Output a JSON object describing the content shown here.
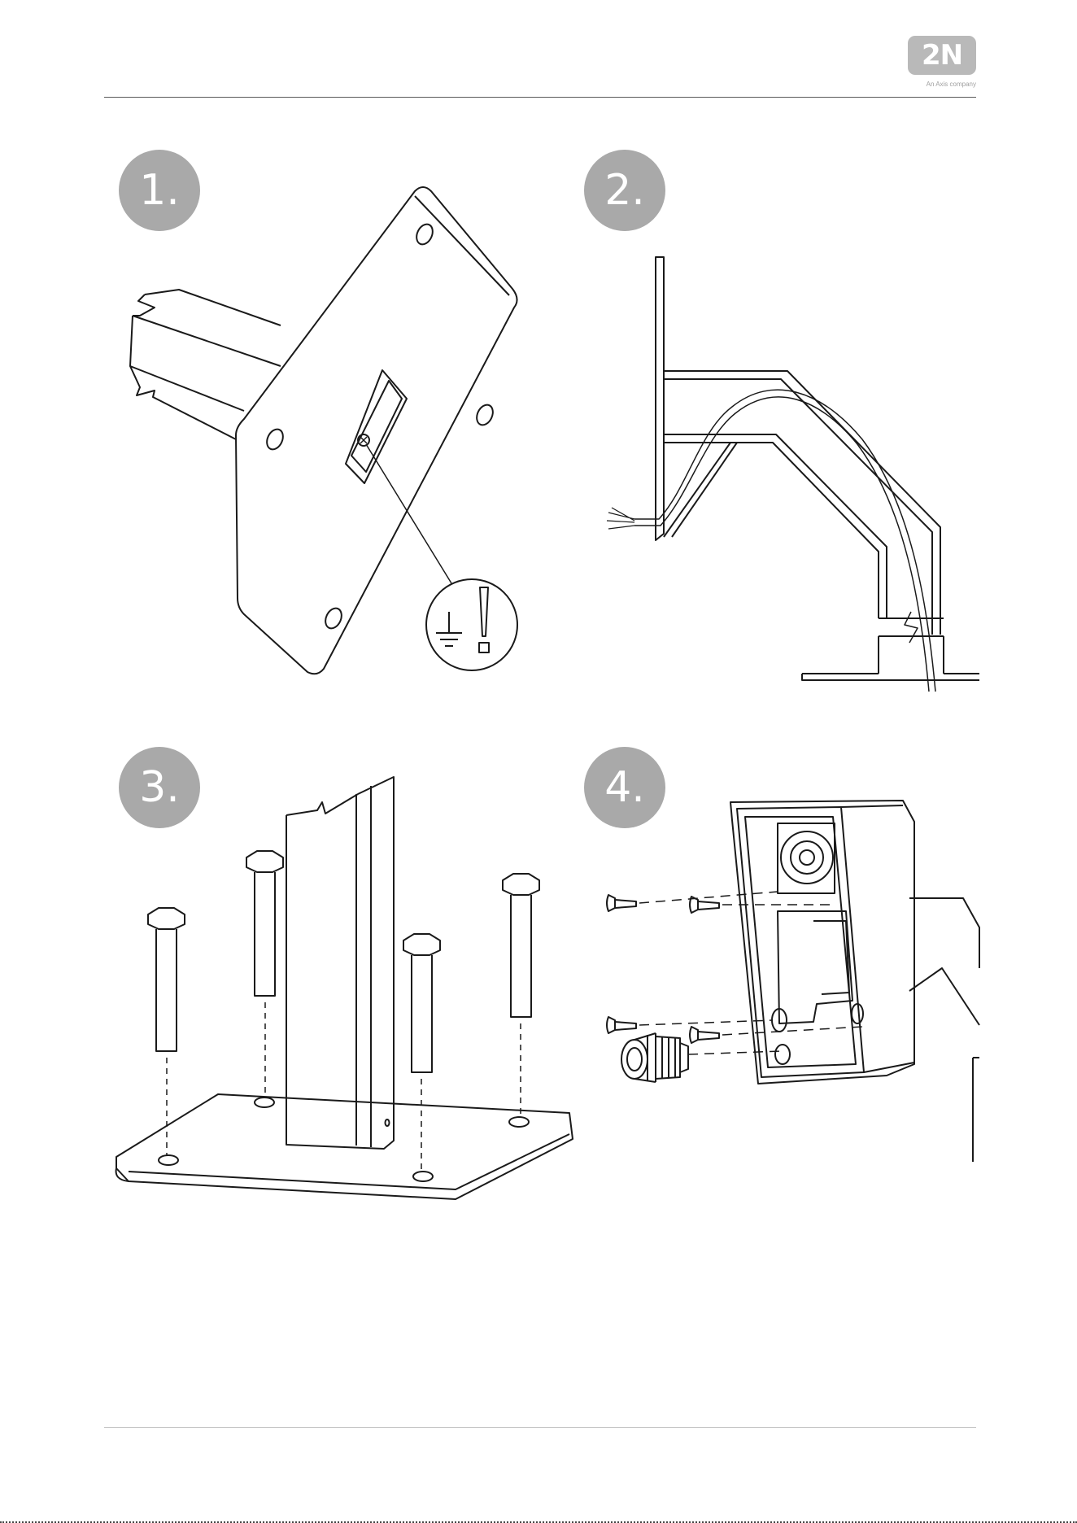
{
  "header": {
    "logo_text": "2N",
    "logo_tagline": "An Axis company"
  },
  "steps": [
    {
      "label": "1.",
      "icon": "ground-mounting-plate-with-earth-screw"
    },
    {
      "label": "2.",
      "icon": "cable-routed-through-bracket"
    },
    {
      "label": "3.",
      "icon": "bolts-into-base-plate"
    },
    {
      "label": "4.",
      "icon": "intercom-fixed-to-bracket"
    }
  ],
  "warning": {
    "icon": "earth-ground-warning-icon"
  },
  "colors": {
    "badge": "#a9a9a9",
    "line": "#1a1a1a",
    "logo": "#b9b9b9"
  }
}
